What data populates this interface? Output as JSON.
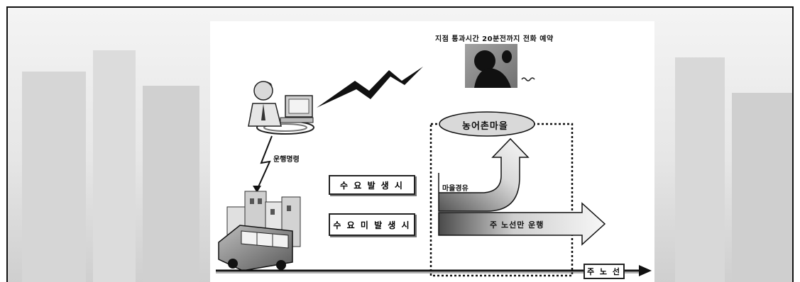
{
  "top_note": "지점 통과시간 20분전까지 전화 예약",
  "dispatch_label": "운행명령",
  "demand_yes": "수 요 발 생 시",
  "demand_no": "수 요 미 발 생 시",
  "village_label": "농어촌마을",
  "detour_label": "마을경유",
  "main_only_label": "주 노선만 운행",
  "main_route_label": "주 노 선",
  "colors": {
    "line": "#111111",
    "ellipse_fill": "#d9d9d9",
    "arrow_dark": "#555555",
    "arrow_light": "#f2f2f2"
  },
  "icons": [
    "person-at-computer-icon",
    "telephone-caller-icon",
    "lightning-signal-icon",
    "bus-city-icon"
  ]
}
